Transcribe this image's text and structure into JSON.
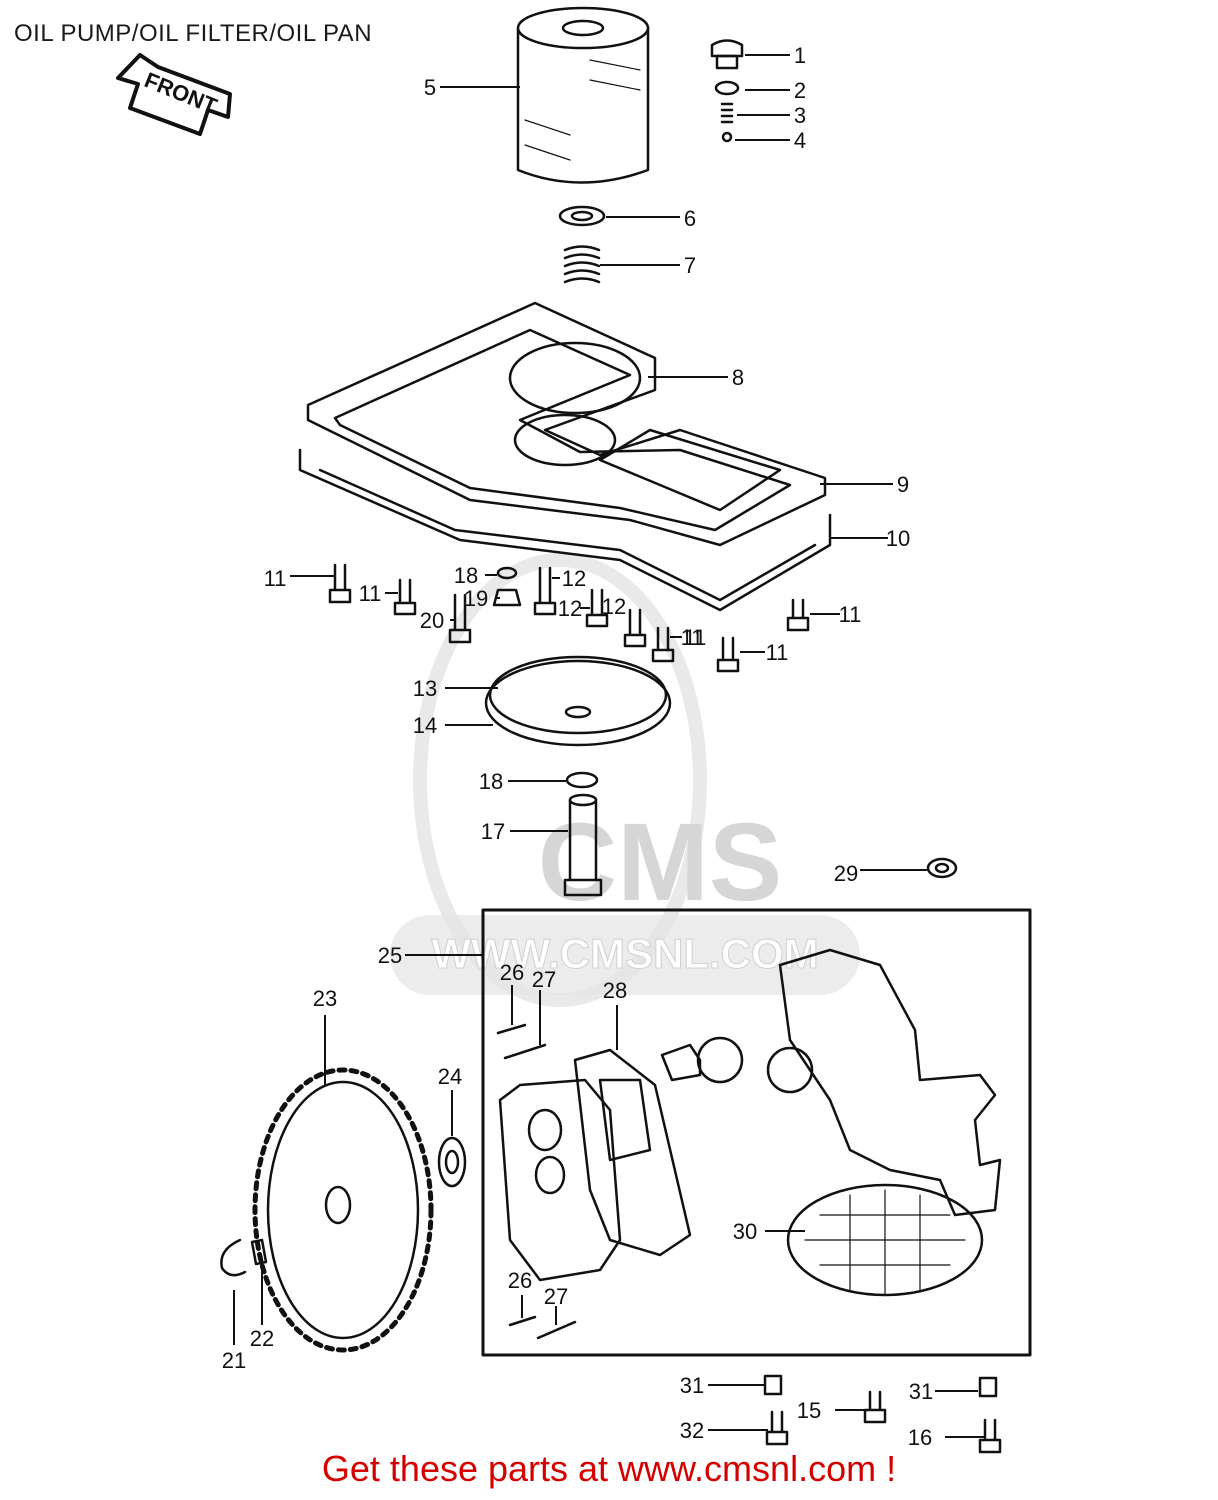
{
  "title": "OIL PUMP/OIL FILTER/OIL PAN",
  "front_label": "FRONT",
  "watermark": {
    "logo": "CMS",
    "url": "WWW.CMSNL.COM"
  },
  "footer": "Get these parts at www.cmsnl.com !",
  "colors": {
    "line": "#111111",
    "footer": "#d40000",
    "watermark": "#d9d9d9"
  },
  "callouts": [
    "1",
    "2",
    "3",
    "4",
    "5",
    "6",
    "7",
    "8",
    "9",
    "10",
    "11",
    "11",
    "11",
    "11",
    "11",
    "11",
    "12",
    "12",
    "12",
    "13",
    "14",
    "15",
    "16",
    "17",
    "18",
    "18",
    "19",
    "20",
    "21",
    "22",
    "23",
    "24",
    "25",
    "26",
    "27",
    "26",
    "27",
    "28",
    "29",
    "30",
    "31",
    "31",
    "32"
  ]
}
